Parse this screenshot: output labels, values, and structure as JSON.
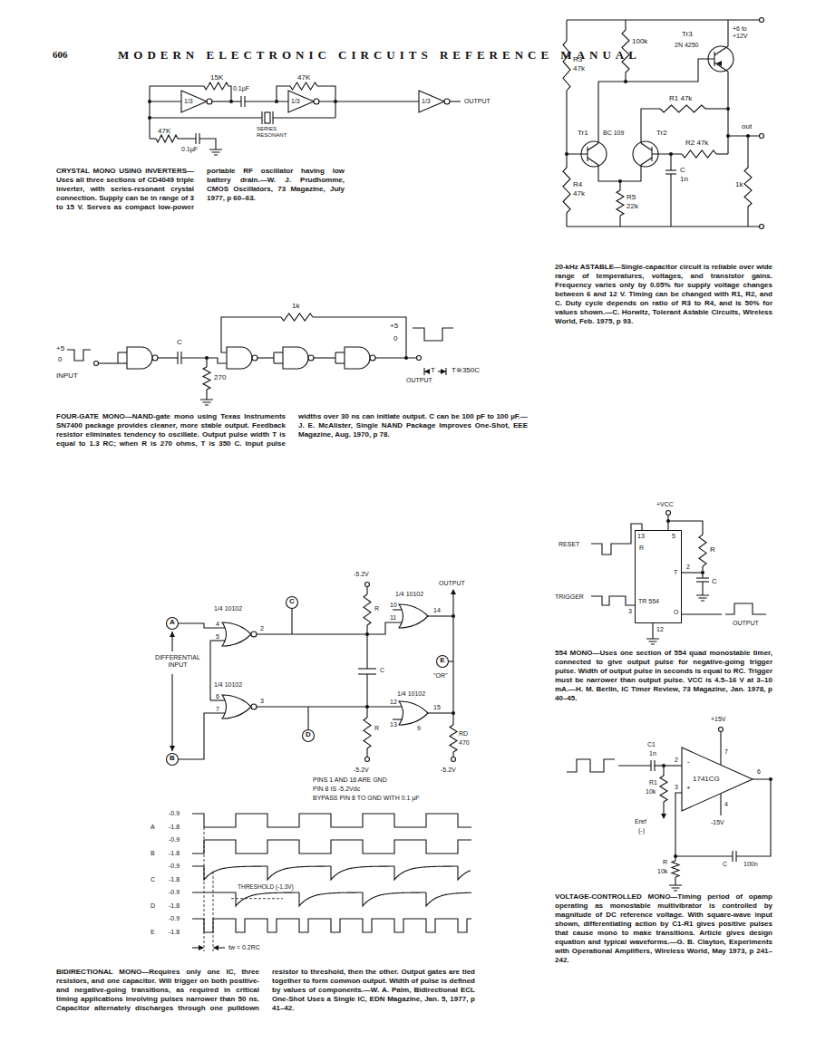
{
  "diagram": {
    "title": "MODERN ELECTRONIC CIRCUITS REFERENCE MANUAL",
    "nodes": [
      {
        "text": [
          "1/3"
        ]
      },
      {
        "text": [
          "1/3"
        ]
      },
      {
        "text": [
          "1/3"
        ]
      },
      {
        "text": [
          "R",
          "TR 554",
          "T",
          "O"
        ]
      },
      {
        "text": [
          "A"
        ]
      },
      {
        "text": [
          "C"
        ]
      },
      {
        "text": [
          "E"
        ]
      },
      {
        "text": [
          "D"
        ]
      },
      {
        "text": [
          "B"
        ]
      },
      {
        "text": [
          "1741CG"
        ]
      }
    ],
    "edges": [
      {
        "from": 1,
        "to": 2,
        "arrow": "none"
      }
    ],
    "labels": [
      "606",
      "15K",
      "47K",
      "0.1µF",
      "SERIES RESONANT",
      "OUTPUT",
      "47K",
      "0.1µF",
      "CRYSTAL MONO USING INVERTERS—Uses all three sections of CD4049 triple inverter, with series-resonant crystal connection. Supply can be in range of 3 to 15 V. Serves as compact low-power portable RF oscillator having low battery drain.—W. J. Prudhomme, CMOS Oscillators, 73 Magazine, July 1977, p 60–63.",
      "+6 to +12V",
      "100k",
      "Tr3",
      "2N 4250",
      "R3",
      "47k",
      "R1 47k",
      "out",
      "Tr1",
      "BC 109",
      "Tr2",
      "R2 47k",
      "R4",
      "47k",
      "R5",
      "22k",
      "C",
      "1n",
      "1k",
      "20-kHz ASTABLE—Single-capacitor circuit is reliable over wide range of temperatures, voltages, and transistor gains. Frequency varies only by 0.05% for supply voltage changes between 6 and 12 V. Timing can be changed with R1, R2, and C. Duty cycle depends on ratio of R3 to R4, and is 50% for values shown.—C. Horwitz, Tolerant Astable Circuits, Wireless World, Feb. 1975, p 93.",
      "1k",
      "+5",
      "0",
      "C",
      "+5",
      "0",
      "INPUT",
      "270",
      "T",
      "T≅350C",
      "OUTPUT",
      "FOUR-GATE MONO—NAND-gate mono using Texas Instruments SN7400 package provides cleaner, more stable output. Feedback resistor eliminates tendency to oscillate. Output pulse width T is equal to 1.3 RC; when R is 270 ohms, T is 350 C. Input pulse widths over 30 ns can initiate output. C can be 100 pF to 100 µF.—J. E. McAlister, Single NAND Package Improves One-Shot, EEE Magazine, Aug. 1970, p 78.",
      "+VCC",
      "RESET",
      "13",
      "5",
      "R",
      "2",
      "TRIGGER",
      "3",
      "C",
      "OUTPUT",
      "12",
      "554 MONO—Uses one section of 554 quad monostable timer, connected to give output pulse for negative-going trigger pulse. Width of output pulse in seconds is equal to RC. Trigger must be narrower than output pulse. VCC is 4.5–16 V at 3–10 mA.—H. M. Berlin, IC Timer Review, 73 Magazine, Jan. 1978, p 40–45.",
      "-5.2V",
      "R",
      "1/4 10102",
      "OUTPUT",
      "10",
      "11",
      "14",
      "1/4 10102",
      "4",
      "5",
      "2",
      "DIFFERENTIAL INPUT",
      "\"OR\"",
      "C",
      "1/4 10102",
      "6",
      "7",
      "3",
      "1/4 10102",
      "12",
      "13",
      "15",
      "9",
      "R",
      "RD",
      "470",
      "-5.2V",
      "-5.2V",
      "PINS 1 AND 16 ARE GND",
      "PIN 8 IS -5.2Vdc",
      "BYPASS PIN 8 TO GND WITH 0.1 µF",
      "-0.9",
      "A",
      "-1.8",
      "-0.9",
      "B",
      "-1.8",
      "-0.9",
      "C",
      "-1.8",
      "-0.9",
      "THRESHOLD (-1.3V)",
      "D",
      "-1.8",
      "-0.9",
      "E",
      "-1.8",
      "tw = 0.2RC",
      "BIDIRECTIONAL MONO—Requires only one IC, three resistors, and one capacitor. Will trigger on both positive- and negative-going transitions, as required in critical timing applications involving pulses narrower than 50 ns. Capacitor alternately discharges through one pulldown resistor to threshold, then the other. Output gates are tied together to form common output. Width of pulse is defined by values of components.—W. A. Palm, Bidirectional ECL One-Shot Uses a Single IC, EDN Magazine, Jan. 5, 1977, p 41–42.",
      "+15V",
      "C1",
      "1n",
      "2",
      "7",
      "-",
      "6",
      "+",
      "3",
      "4",
      "R1",
      "10k",
      "Eref",
      "(-)",
      "-15V",
      "R",
      "10k",
      "C",
      "100n",
      "VOLTAGE-CONTROLLED MONO—Timing period of opamp operating as monostable multivibrator is controlled by magnitude of DC reference voltage. With square-wave input shown, differentiating action by C1-R1 gives positive pulses that cause mono to make transitions. Article gives design equation and typical waveforms.—G. B. Clayton, Experiments with Operational Amplifiers, Wireless World, May 1973, p 241–242."
    ]
  }
}
